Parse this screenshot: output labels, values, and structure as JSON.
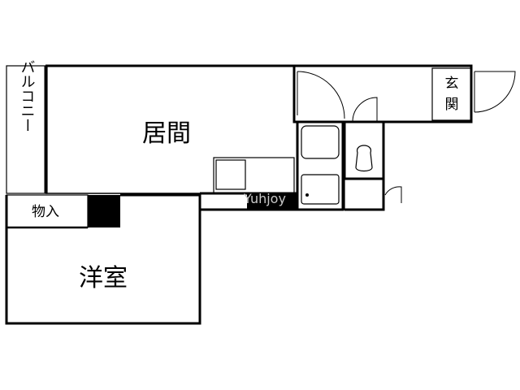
{
  "rooms": {
    "living": "居間",
    "western_room": "洋室",
    "balcony": "バルコニー",
    "storage": "物入",
    "entrance": "玄関"
  },
  "watermark": "Yuhjoy",
  "colors": {
    "wall": "#000000",
    "background": "#ffffff",
    "watermark": "#c8c8c8"
  }
}
